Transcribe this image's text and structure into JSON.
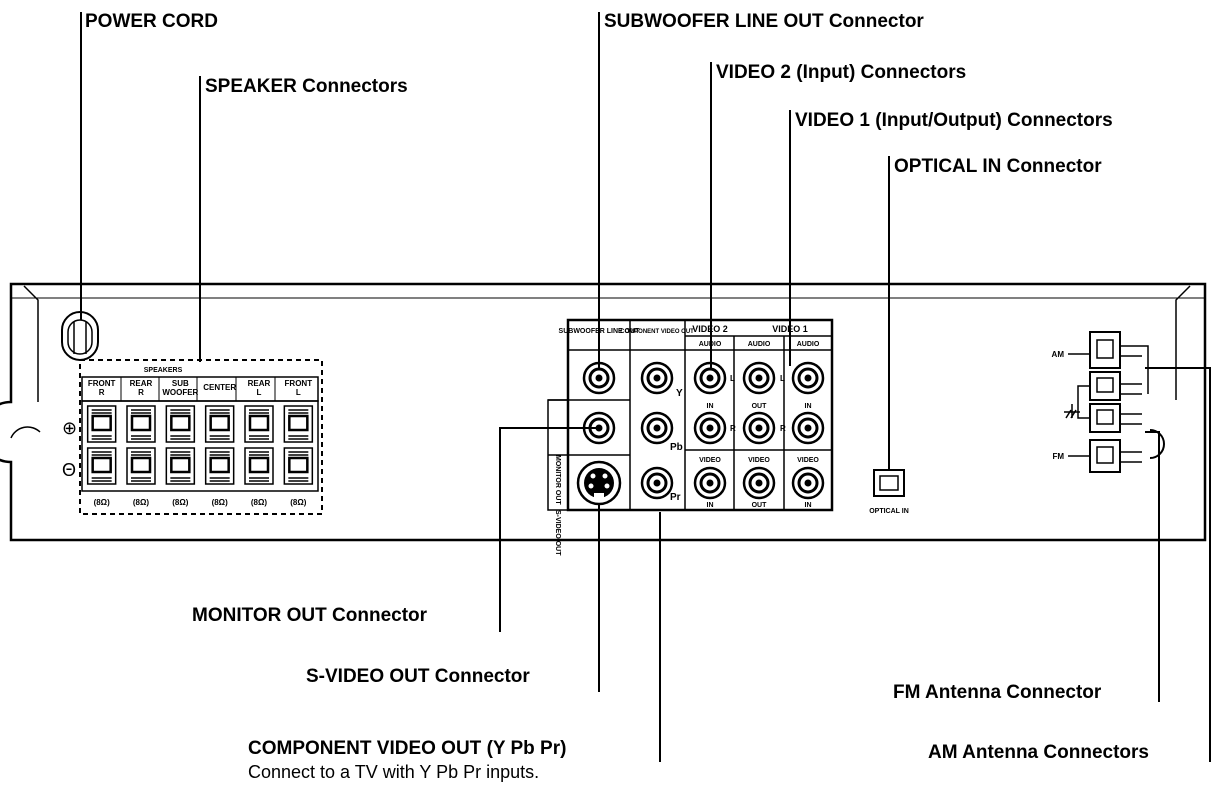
{
  "callouts": {
    "power_cord": "POWER CORD",
    "speaker_connectors": "SPEAKER Connectors",
    "subwoofer_line_out": "SUBWOOFER LINE OUT  Connector",
    "video2_input": "VIDEO 2 (Input) Connectors",
    "video1_io": "VIDEO 1 (Input/Output) Connectors",
    "optical_in": "OPTICAL IN Connector",
    "monitor_out": "MONITOR OUT Connector",
    "svideo_out": "S-VIDEO OUT Connector",
    "component_title": "COMPONENT VIDEO OUT (Y Pb Pr)",
    "component_desc": "Connect to a TV with Y Pb Pr inputs.",
    "fm_antenna": "FM Antenna Connector",
    "am_antenna": "AM Antenna Connectors"
  },
  "panel": {
    "speakers_header": "SPEAKERS",
    "speaker_channels": [
      "FRONT R",
      "REAR R",
      "SUB WOOFER",
      "CENTER",
      "REAR L",
      "FRONT L"
    ],
    "impedance": "(8Ω)",
    "plus_symbol": "⊕",
    "minus_symbol": "Θ",
    "subwoofer_box": "SUBWOOFER LINE OUT",
    "component_box": "COMPONENT VIDEO OUT",
    "video2": "VIDEO 2",
    "video1": "VIDEO 1",
    "audio": "AUDIO",
    "monitor_out_vertical": "MONITOR OUT",
    "svideo_vertical": "S-VIDEO OUT",
    "y": "Y",
    "pb": "Pb",
    "pr": "Pr",
    "l": "L",
    "r": "R",
    "in": "IN",
    "out": "OUT",
    "video": "VIDEO",
    "optical_in": "OPTICAL IN",
    "am": "AM",
    "fm": "FM",
    "ground_icon": "ground-icon"
  }
}
